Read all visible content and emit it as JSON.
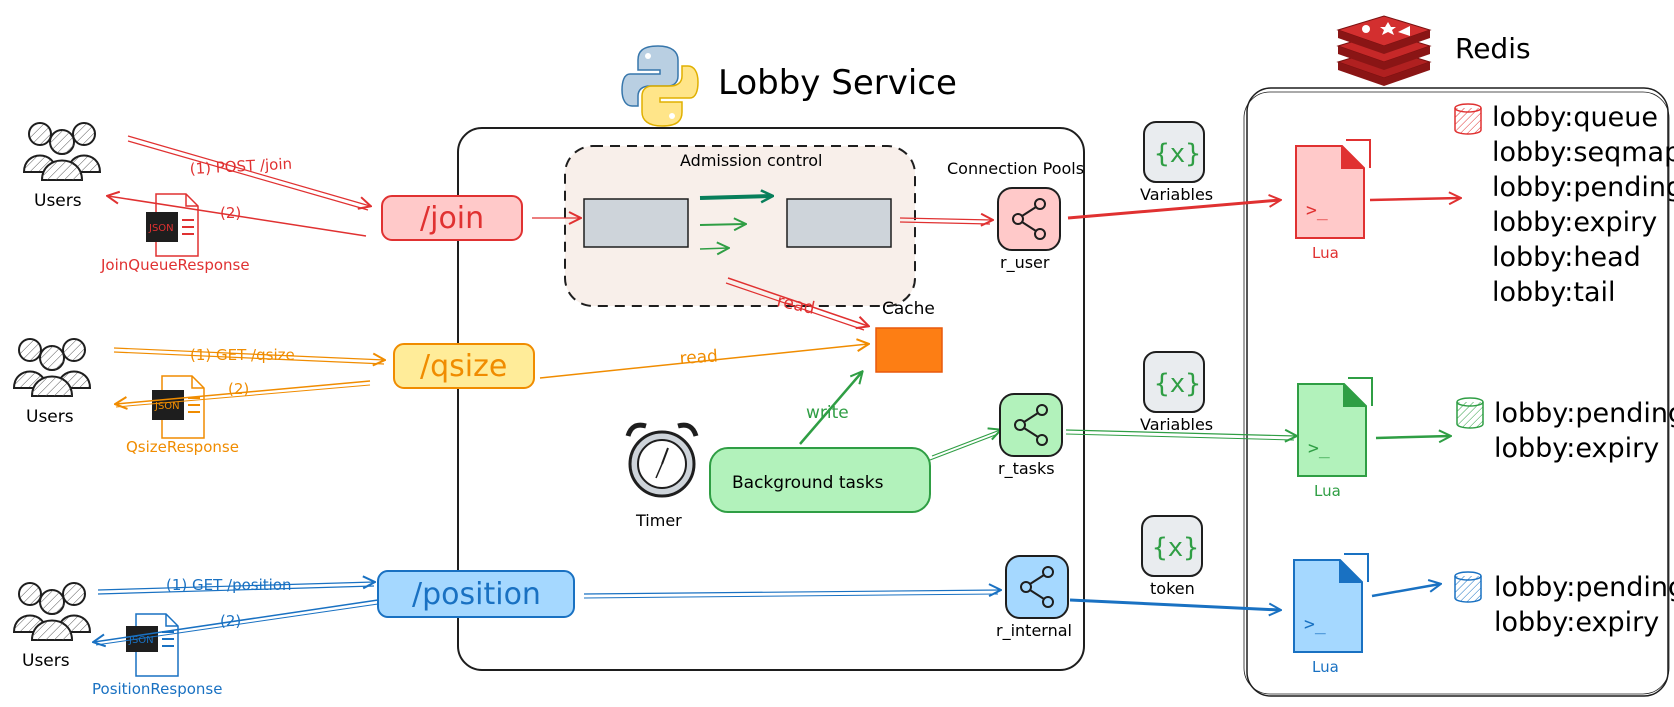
{
  "service_title": "Lobby Service",
  "redis_title": "Redis",
  "admission_title": "Admission control",
  "connection_pools_title": "Connection Pools",
  "cache_label": "Cache",
  "timer_label": "Timer",
  "background_tasks_label": "Background tasks",
  "write_label": "write",
  "read_label_join": "read",
  "read_label_qsize": "read",
  "clients": [
    {
      "label": "Users",
      "request": "(1) POST /join",
      "response": "(2)",
      "response_type": "JoinQueueResponse",
      "endpoint": "/join",
      "color": "#e03131"
    },
    {
      "label": "Users",
      "request": "(1) GET /qsize",
      "response": "(2)",
      "response_type": "QsizeResponse",
      "endpoint": "/qsize",
      "color": "#f08c00"
    },
    {
      "label": "Users",
      "request": "(1) GET /position",
      "response": "(2)",
      "response_type": "PositionResponse",
      "endpoint": "/position",
      "color": "#1971c2"
    }
  ],
  "json_badge": "JSON",
  "pools": [
    {
      "name": "r_user",
      "color": "#e03131"
    },
    {
      "name": "r_tasks",
      "color": "#2f9e44"
    },
    {
      "name": "r_internal",
      "color": "#1971c2"
    }
  ],
  "var_badges": [
    {
      "symbol": "{x}",
      "label": "Variables"
    },
    {
      "symbol": "{x}",
      "label": "Variables"
    },
    {
      "symbol": "{x}",
      "label": "token"
    }
  ],
  "lua_label": "Lua",
  "lua_prompt": ">_",
  "redis_groups": [
    {
      "keys": [
        "lobby:queue",
        "lobby:seqmap",
        "lobby:pending",
        "lobby:expiry",
        "lobby:head",
        "lobby:tail"
      ],
      "color": "#e03131"
    },
    {
      "keys": [
        "lobby:pending",
        "lobby:expiry"
      ],
      "color": "#2f9e44"
    },
    {
      "keys": [
        "lobby:pending",
        "lobby:expiry"
      ],
      "color": "#1971c2"
    }
  ]
}
